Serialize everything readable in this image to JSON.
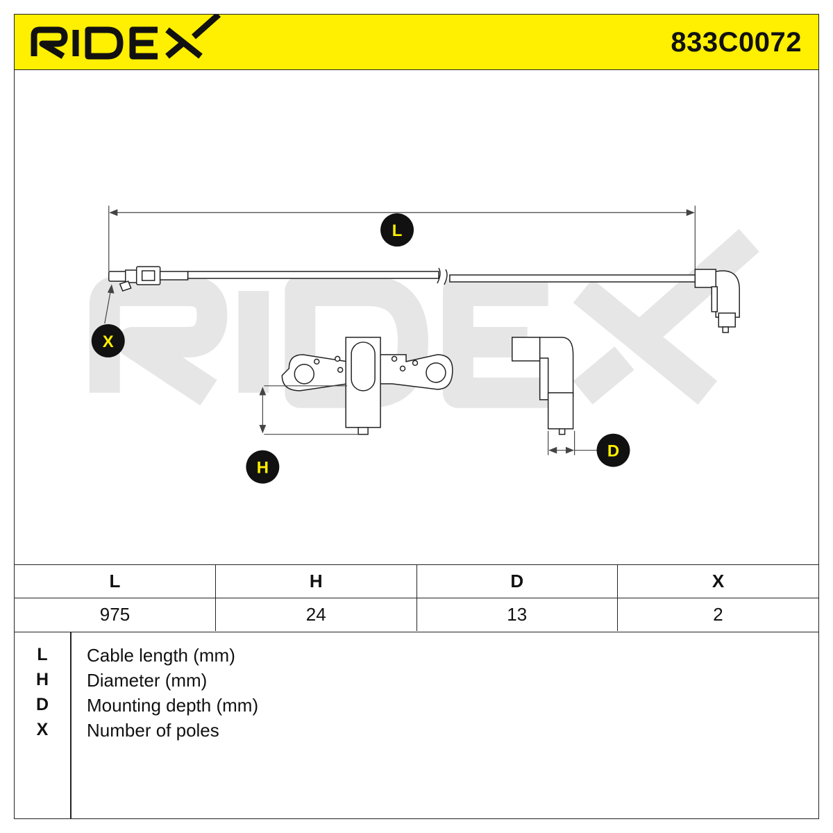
{
  "header": {
    "brand": "RIDEX",
    "part_number": "833C0072",
    "brand_color": "#111111",
    "background_color": "#ffef00"
  },
  "diagram": {
    "watermark": "RIDEX",
    "markers": {
      "L": "L",
      "H": "H",
      "D": "D",
      "X": "X"
    },
    "marker_text_color": "#ffef00",
    "marker_fill": "#111111"
  },
  "spec_table": {
    "headers": [
      "L",
      "H",
      "D",
      "X"
    ],
    "values": [
      "975",
      "24",
      "13",
      "2"
    ]
  },
  "legend": [
    {
      "key": "L",
      "desc": "Cable length (mm)"
    },
    {
      "key": "H",
      "desc": "Diameter (mm)"
    },
    {
      "key": "D",
      "desc": "Mounting depth (mm)"
    },
    {
      "key": "X",
      "desc": "Number of poles"
    }
  ]
}
